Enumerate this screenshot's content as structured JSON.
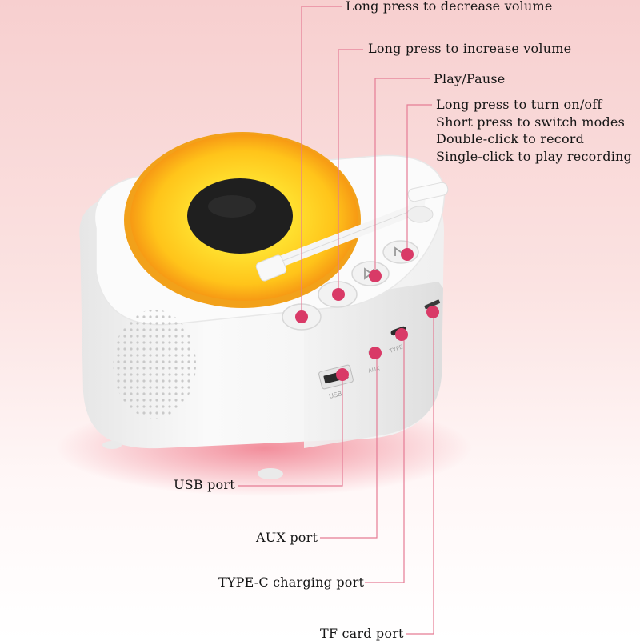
{
  "top_labels": {
    "decrease_volume": "Long press to decrease volume",
    "increase_volume": "Long press to increase volume",
    "play_pause": "Play/Pause",
    "mode_lines": [
      "Long press to turn on/off",
      "Short press to switch modes",
      "Double-click to record",
      "Single-click to play recording"
    ]
  },
  "bottom_labels": {
    "usb": "USB port",
    "aux": "AUX port",
    "typec": "TYPE-C charging port",
    "tf": "TF card port"
  },
  "device_markings": {
    "usb": "USB",
    "aux": "AUX",
    "typec": "TYPE"
  },
  "colors": {
    "background_top": "#f7d3d2",
    "background_bottom": "#ffffff",
    "line": "#e57c95",
    "dot": "#d93a67",
    "disc_yellow": "#ffd21a",
    "disc_orange": "#f59a12",
    "body_white": "#f7f7f7"
  },
  "icons": {
    "buttons": [
      "minus-icon",
      "plus-icon",
      "play-pause-icon",
      "mode-icon"
    ]
  }
}
